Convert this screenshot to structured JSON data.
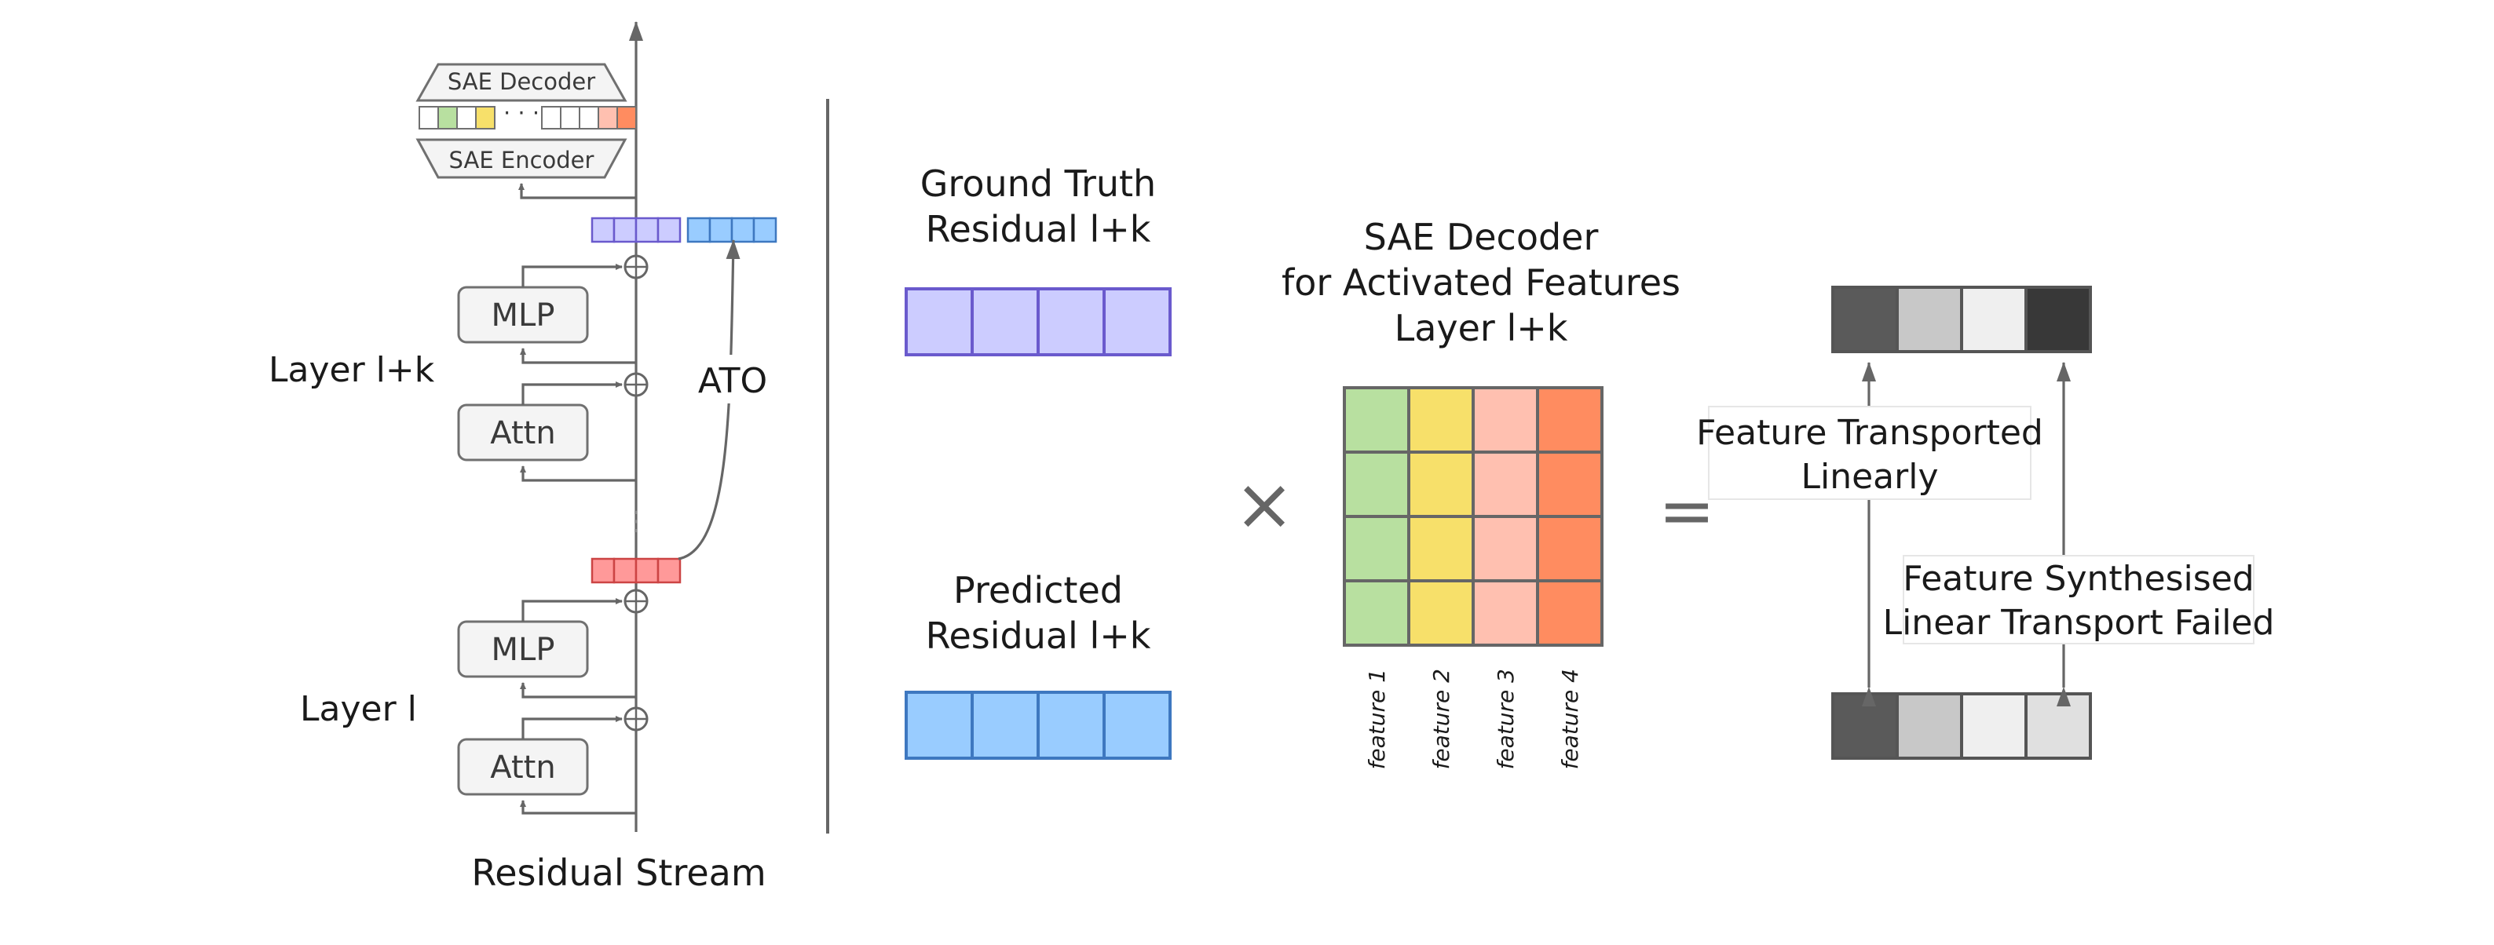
{
  "left": {
    "sae_decoder": "SAE Decoder",
    "sae_encoder": "SAE Encoder",
    "sae_dots": "· · ·",
    "mlp": "MLP",
    "attn": "Attn",
    "layer_upper": "Layer l+k",
    "layer_lower": "Layer l",
    "ato": "ATO",
    "vertical_dots": "⋮",
    "residual_stream": "Residual Stream",
    "sae_cell_colors": [
      "#ffffff",
      "#b8e0a0",
      "#ffffff",
      "#f7e06a",
      "#ffffff",
      "#ffffff",
      "#ffffff",
      "#ffc0b0",
      "#ff8c60"
    ],
    "purple_vector_color": "#ccccff",
    "blue_vector_color": "#99ccff",
    "red_vector_color": "#ff9999"
  },
  "middle": {
    "gt_line1": "Ground Truth",
    "gt_line2": "Residual l+k",
    "pred_line1": "Predicted",
    "pred_line2": "Residual l+k",
    "gt_color": "#ccccff",
    "gt_border": "#6a5acd",
    "pred_color": "#99ccff",
    "pred_border": "#3e78c0"
  },
  "decoder": {
    "title1": "SAE Decoder",
    "title2": "for Activated Features",
    "title3": "Layer l+k",
    "times": "×",
    "equals": "=",
    "column_colors": [
      "#b8e0a0",
      "#f7e06a",
      "#ffc0b0",
      "#ff8c60"
    ],
    "features": [
      "feature 1",
      "feature 2",
      "feature 3",
      "feature 4"
    ]
  },
  "right": {
    "transported1": "Feature Transported",
    "transported2": "Linearly",
    "synth1": "Feature Synthesised",
    "synth2": "Linear Transport Failed",
    "top_colors": [
      "#5a5a5a",
      "#c8c8c8",
      "#efefef",
      "#383838"
    ],
    "bottom_colors": [
      "#5a5a5a",
      "#c8c8c8",
      "#efefef",
      "#e0e0e0"
    ]
  }
}
